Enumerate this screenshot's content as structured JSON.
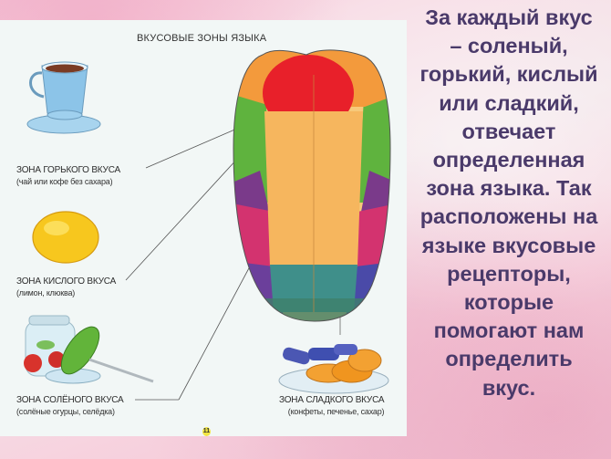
{
  "slide": {
    "title": "ВКУСОВЫЕ ЗОНЫ ЯЗЫКА",
    "page_number": "11",
    "zones": [
      {
        "id": "bitter",
        "label": "ЗОНА ГОРЬКОГО ВКУСА",
        "examples": "(чай или кофе без сахара)",
        "icon": "teacup-icon"
      },
      {
        "id": "sour",
        "label": "ЗОНА КИСЛОГО ВКУСА",
        "examples": "(лимон, клюква)",
        "icon": "lemon-icon"
      },
      {
        "id": "salty",
        "label": "ЗОНА СОЛЁНОГО ВКУСА",
        "examples": "(солёные огурцы, селёдка)",
        "icon": "pickles-icon"
      },
      {
        "id": "sweet",
        "label": "ЗОНА СЛАДКОГО ВКУСА",
        "examples": "(конфеты, печенье, сахар)",
        "icon": "sweets-icon"
      }
    ],
    "description": "За каждый вкус\n– соленый,\nгорький, кислый\nили сладкий,\nотвечает\nопределенная\nзона языка. Так\nрасположены на\nязыке вкусовые\nрецепторы,\nкоторые\nпомогают нам\nопределить\nвкус.",
    "colors": {
      "text": "#4a3a6a",
      "panel_bg": "#f2f7f6",
      "page_bg": "#f4c6d8",
      "tongue_tip": "#e8202a",
      "tongue_orange": "#f39a3c",
      "tongue_center": "#f7c97a",
      "tongue_green": "#5fb33e",
      "tongue_purple": "#7a3a8a",
      "tongue_magenta": "#d3336f",
      "tongue_teal": "#3f8f8a"
    }
  }
}
